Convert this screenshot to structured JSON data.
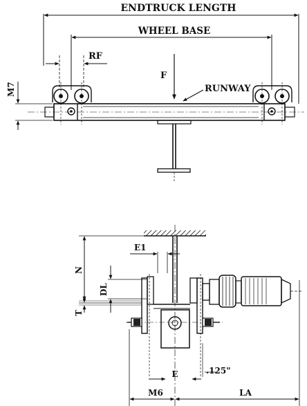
{
  "labels": {
    "endtruck_length": "ENDTRUCK LENGTH",
    "wheel_base": "WHEEL BASE",
    "rf": "RF",
    "m7": "M7",
    "f": "F",
    "runway": "RUNWAY",
    "n": "N",
    "e1": "E1",
    "dl": "DL",
    "t": "T",
    "e": "E",
    "clearance": ".125\"",
    "m6": "M6",
    "la": "LA"
  }
}
